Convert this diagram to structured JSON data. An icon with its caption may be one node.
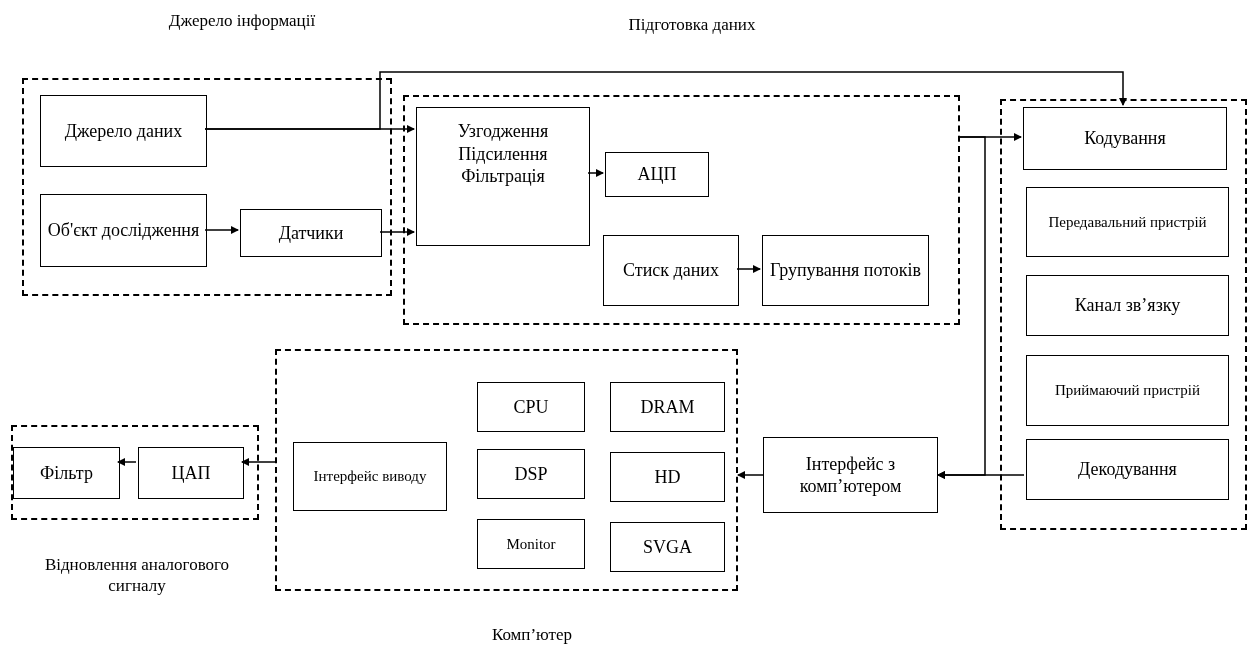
{
  "diagram": {
    "nodes": [
      {
        "text": [
          "Джерело інформації"
        ]
      },
      {
        "text": [
          "Джерело даних"
        ],
        "in": 0
      },
      {
        "text": [
          "Об'єкт дослідження"
        ],
        "in": 0
      },
      {
        "text": [
          "Датчики"
        ],
        "in": 0
      },
      {
        "text": [
          "Підготовка даних"
        ]
      },
      {
        "text": [
          "Узгодження Підсилення Фільтрація"
        ],
        "in": 4
      },
      {
        "text": [
          "АЦП"
        ],
        "in": 4
      },
      {
        "text": [
          "Стиск даних"
        ],
        "in": 4
      },
      {
        "text": [
          "Групування потоків"
        ],
        "in": 4
      },
      {
        "text": [],
        "shape": "box"
      },
      {
        "text": [
          "Кодування"
        ],
        "in": 9
      },
      {
        "text": [
          "Передавальний пристрій"
        ],
        "in": 9
      },
      {
        "text": [
          "Канал зв’язку"
        ],
        "in": 9
      },
      {
        "text": [
          "Приймаючий пристрій"
        ],
        "in": 9
      },
      {
        "text": [
          "Декодування"
        ],
        "in": 9
      },
      {
        "text": [
          "Інтерфейс з комп’ютером"
        ]
      },
      {
        "text": [
          "Комп’ютер"
        ]
      },
      {
        "text": [
          "Інтерфейс виводу"
        ],
        "in": 16
      },
      {
        "text": [
          "CPU"
        ],
        "in": 16
      },
      {
        "text": [
          "DRAM"
        ],
        "in": 16
      },
      {
        "text": [
          "DSP"
        ],
        "in": 16
      },
      {
        "text": [
          "HD"
        ],
        "in": 16
      },
      {
        "text": [
          "Monitor"
        ],
        "in": 16
      },
      {
        "text": [
          "SVGA"
        ],
        "in": 16
      },
      {
        "text": [
          "Відновлення аналогового сигналу"
        ]
      },
      {
        "text": [
          "Фільтр"
        ],
        "in": 24
      },
      {
        "text": [
          "ЦАП"
        ],
        "in": 24
      }
    ],
    "edges": [
      {
        "from": 1,
        "to": 5,
        "arrow": "to"
      },
      {
        "from": 1,
        "to": 10,
        "arrow": "to"
      },
      {
        "from": 2,
        "to": 3,
        "arrow": "to"
      },
      {
        "from": 3,
        "to": 5,
        "arrow": "to"
      },
      {
        "from": 5,
        "to": 6,
        "arrow": "to"
      },
      {
        "from": 7,
        "to": 8,
        "arrow": "to"
      },
      {
        "from": 4,
        "to": 10,
        "arrow": "to"
      },
      {
        "from": 4,
        "to": 15,
        "arrow": "to"
      },
      {
        "from": 14,
        "to": 15,
        "arrow": "to"
      },
      {
        "from": 15,
        "to": 16,
        "arrow": "to"
      },
      {
        "from": 16,
        "to": 26,
        "arrow": "to"
      },
      {
        "from": 26,
        "to": 25,
        "arrow": "to"
      }
    ]
  }
}
